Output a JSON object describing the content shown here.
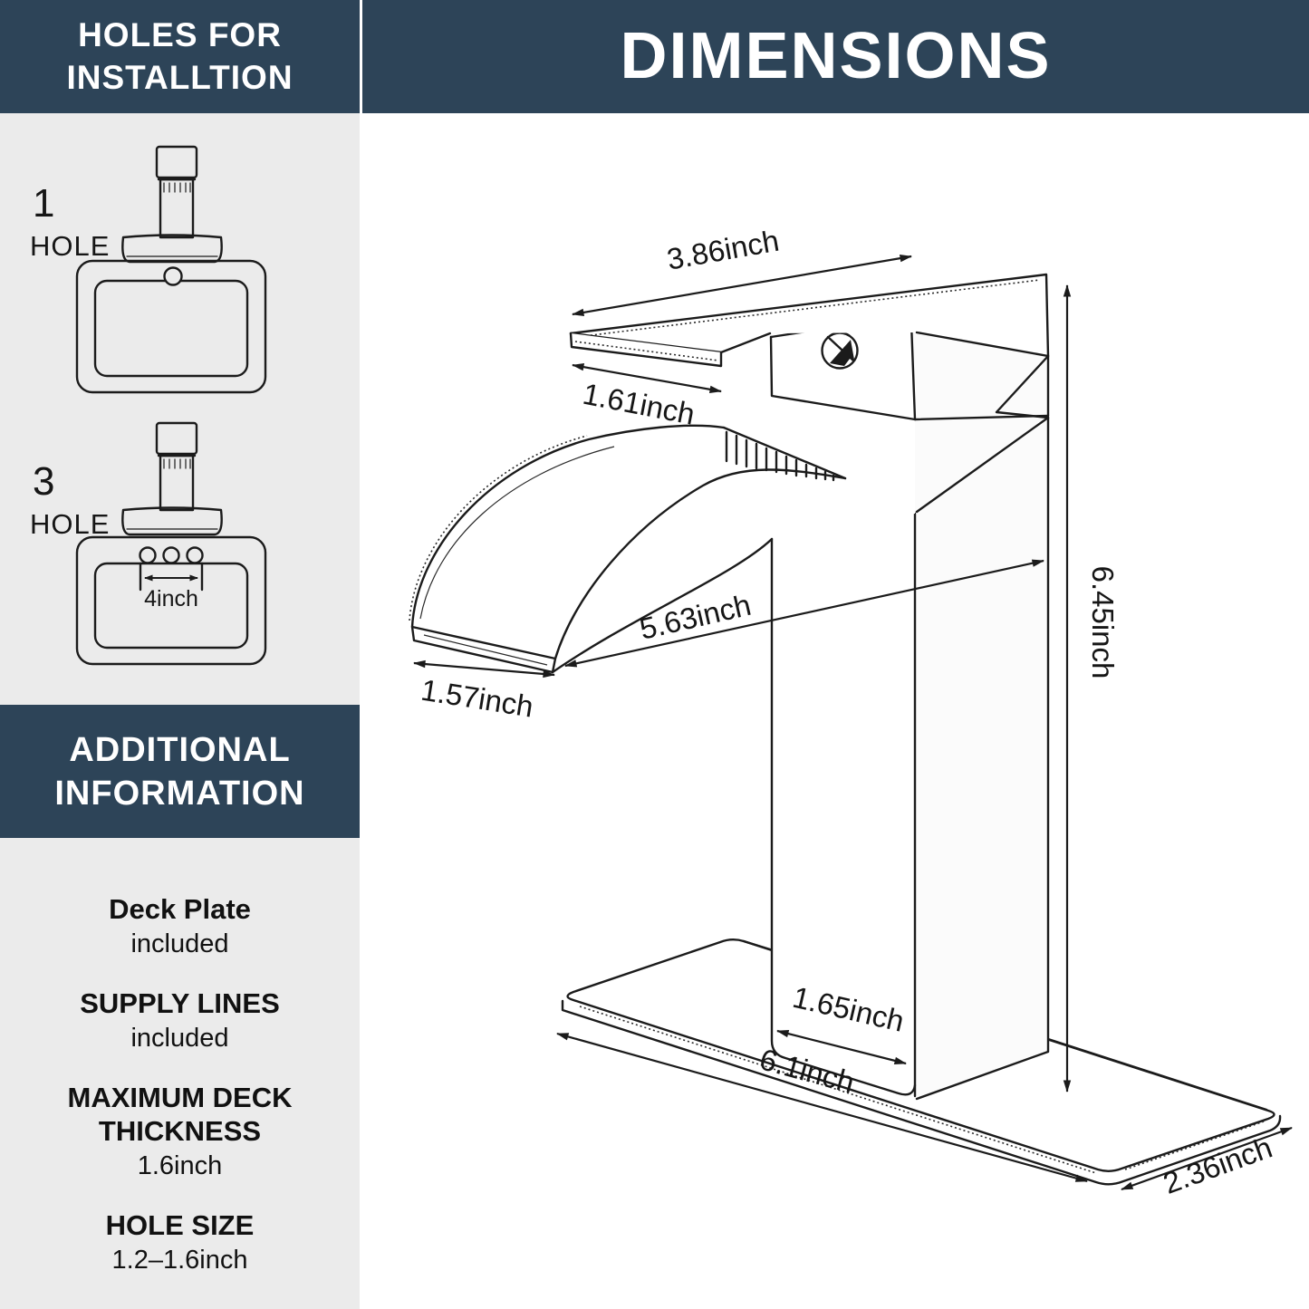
{
  "colors": {
    "header_bg": "#2d4458",
    "panel_bg": "#ebebeb",
    "ink": "#1b1b1b",
    "background": "#ffffff"
  },
  "headers": {
    "holes_line1": "HOLES FOR",
    "holes_line2": "INSTALLTION",
    "dimensions": "DIMENSIONS",
    "additional_line1": "ADDITIONAL",
    "additional_line2": "INFORMATION"
  },
  "installation": {
    "option1": {
      "count": "1",
      "label": "HOLE"
    },
    "option3": {
      "count": "3",
      "label": "HOLE"
    },
    "hole_spacing_label": "4inch"
  },
  "additional_info": {
    "items": [
      {
        "title": "Deck Plate",
        "value": "included"
      },
      {
        "title": "SUPPLY LINES",
        "value": "included"
      },
      {
        "title": "MAXIMUM DECK THICKNESS",
        "value": "1.6inch"
      },
      {
        "title": "HOLE SIZE",
        "value": "1.2–1.6inch"
      }
    ]
  },
  "dimension_labels": {
    "top_length": "3.86inch",
    "top_width": "1.61inch",
    "spout_opening_width": "1.57inch",
    "spout_reach": "5.63inch",
    "total_height": "6.45inch",
    "body_width": "1.65inch",
    "deck_plate_length": "6.1inch",
    "deck_plate_depth": "2.36inch"
  }
}
